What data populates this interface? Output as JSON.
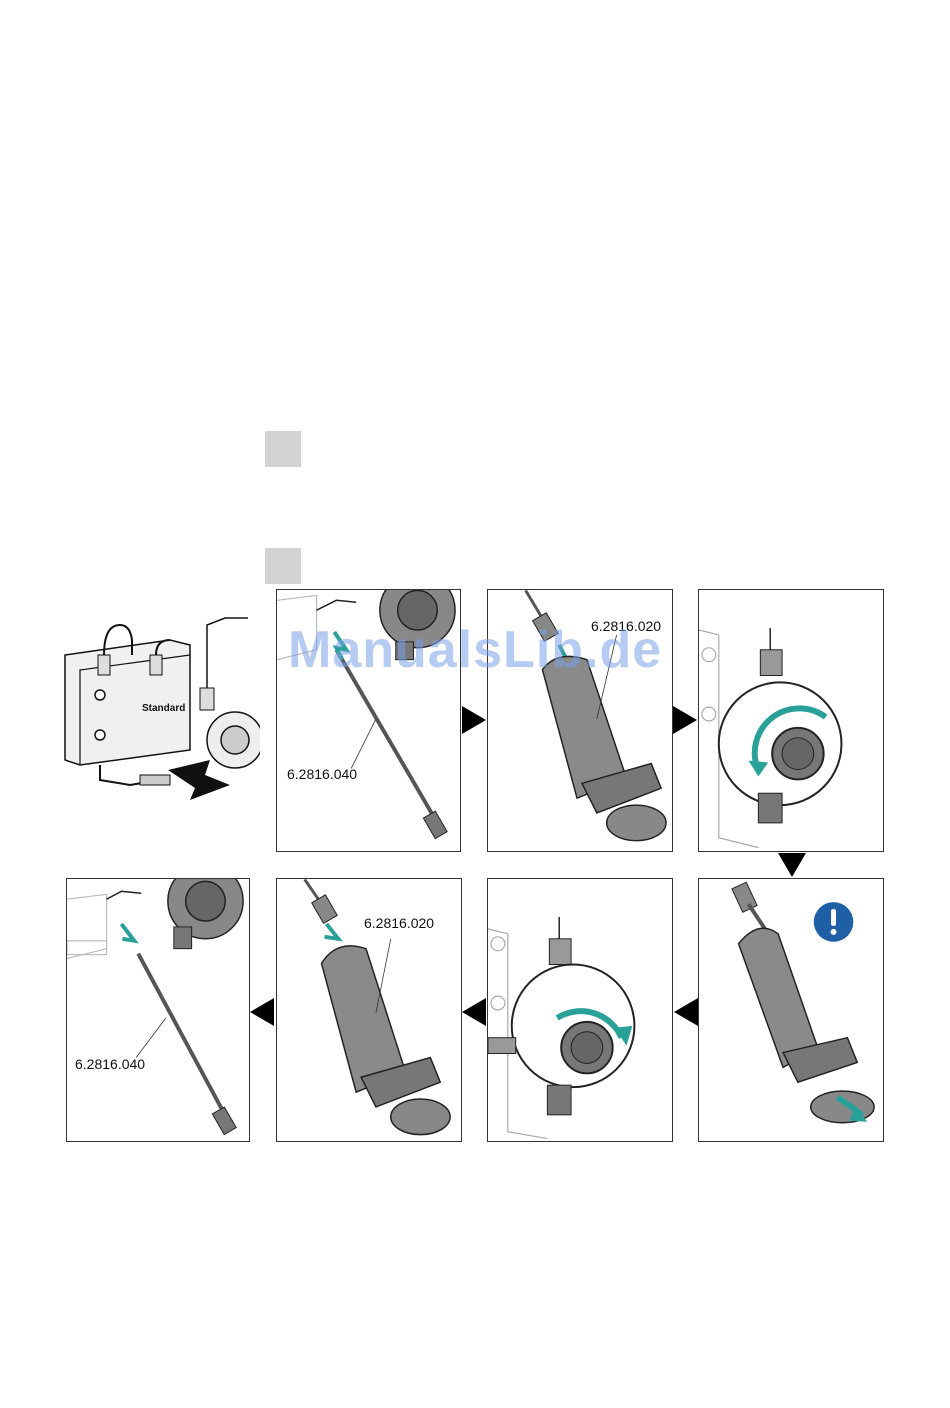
{
  "watermark": "ManualsLib.de",
  "overview": {
    "label": "Standard"
  },
  "panels": {
    "p1": {
      "label": "6.2816.040"
    },
    "p2": {
      "label": "6.2816.020"
    },
    "p3": {
      "label": ""
    },
    "p4": {
      "label": ""
    },
    "p5": {
      "label": ""
    },
    "p6": {
      "label": "6.2816.020"
    },
    "p7": {
      "label": "6.2816.040"
    }
  },
  "colors": {
    "accent": "#2aa198",
    "info": "#1f5fa6",
    "gray_part": "#8a8a8a",
    "marker": "#d3d3d3"
  },
  "icons": {
    "notice": "exclamation-icon"
  }
}
